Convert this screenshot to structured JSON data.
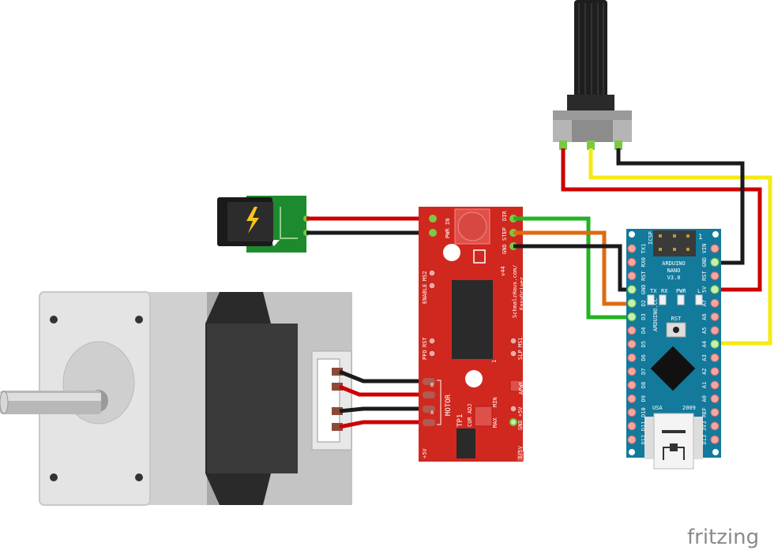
{
  "easydriver": {
    "pwr_in": "PWR IN",
    "step": "STEP",
    "dir": "DIR",
    "gnd": "GND",
    "version": "v44",
    "url": "SchmalzHaus.com/",
    "name": "EasyDriver",
    "enable": "ENABLE",
    "ms2": "MS2",
    "pfd": "PFD",
    "rst": "RST",
    "slp": "SLP",
    "ms1": "MS1",
    "one": "1",
    "motor": "MOTOR",
    "tp1": "TP1",
    "cur_adj": "CUR ADJ",
    "max": "MAX",
    "min": "MIN",
    "apwr": "APWR",
    "gnd_5v": "GND +5V",
    "v33_5": "3/5V",
    "plus5v": "+5V",
    "a": "A",
    "b": "B"
  },
  "arduino": {
    "title": "ARDUINO",
    "model": "NANO",
    "version": "V3.0",
    "icsp": "ICSP",
    "icsp_pin": "1",
    "site": "ARDUINO.CC",
    "leds": [
      "TX",
      "RX",
      "PWR",
      "L"
    ],
    "rst_button": "RST",
    "usa": "USA",
    "year": "2009",
    "left_pins": [
      "TX1",
      "RX0",
      "RST",
      "GND",
      "D2",
      "D3",
      "D4",
      "D5",
      "D6",
      "D7",
      "D8",
      "D9",
      "D10",
      "D11",
      "D12"
    ],
    "right_pins": [
      "VIN",
      "GND",
      "RST",
      "5V",
      "A7",
      "A6",
      "A5",
      "A4",
      "A3",
      "A2",
      "A1",
      "A0",
      "REF",
      "3V3",
      "D13"
    ]
  },
  "colors": {
    "easydriver": "#d0281f",
    "nano": "#137a9c",
    "wire_red": "#cc0000",
    "wire_black": "#1a1a1a",
    "wire_yellow": "#f5ea14",
    "wire_green": "#22b322",
    "wire_orange": "#e06a10"
  },
  "logo": "fritzing"
}
